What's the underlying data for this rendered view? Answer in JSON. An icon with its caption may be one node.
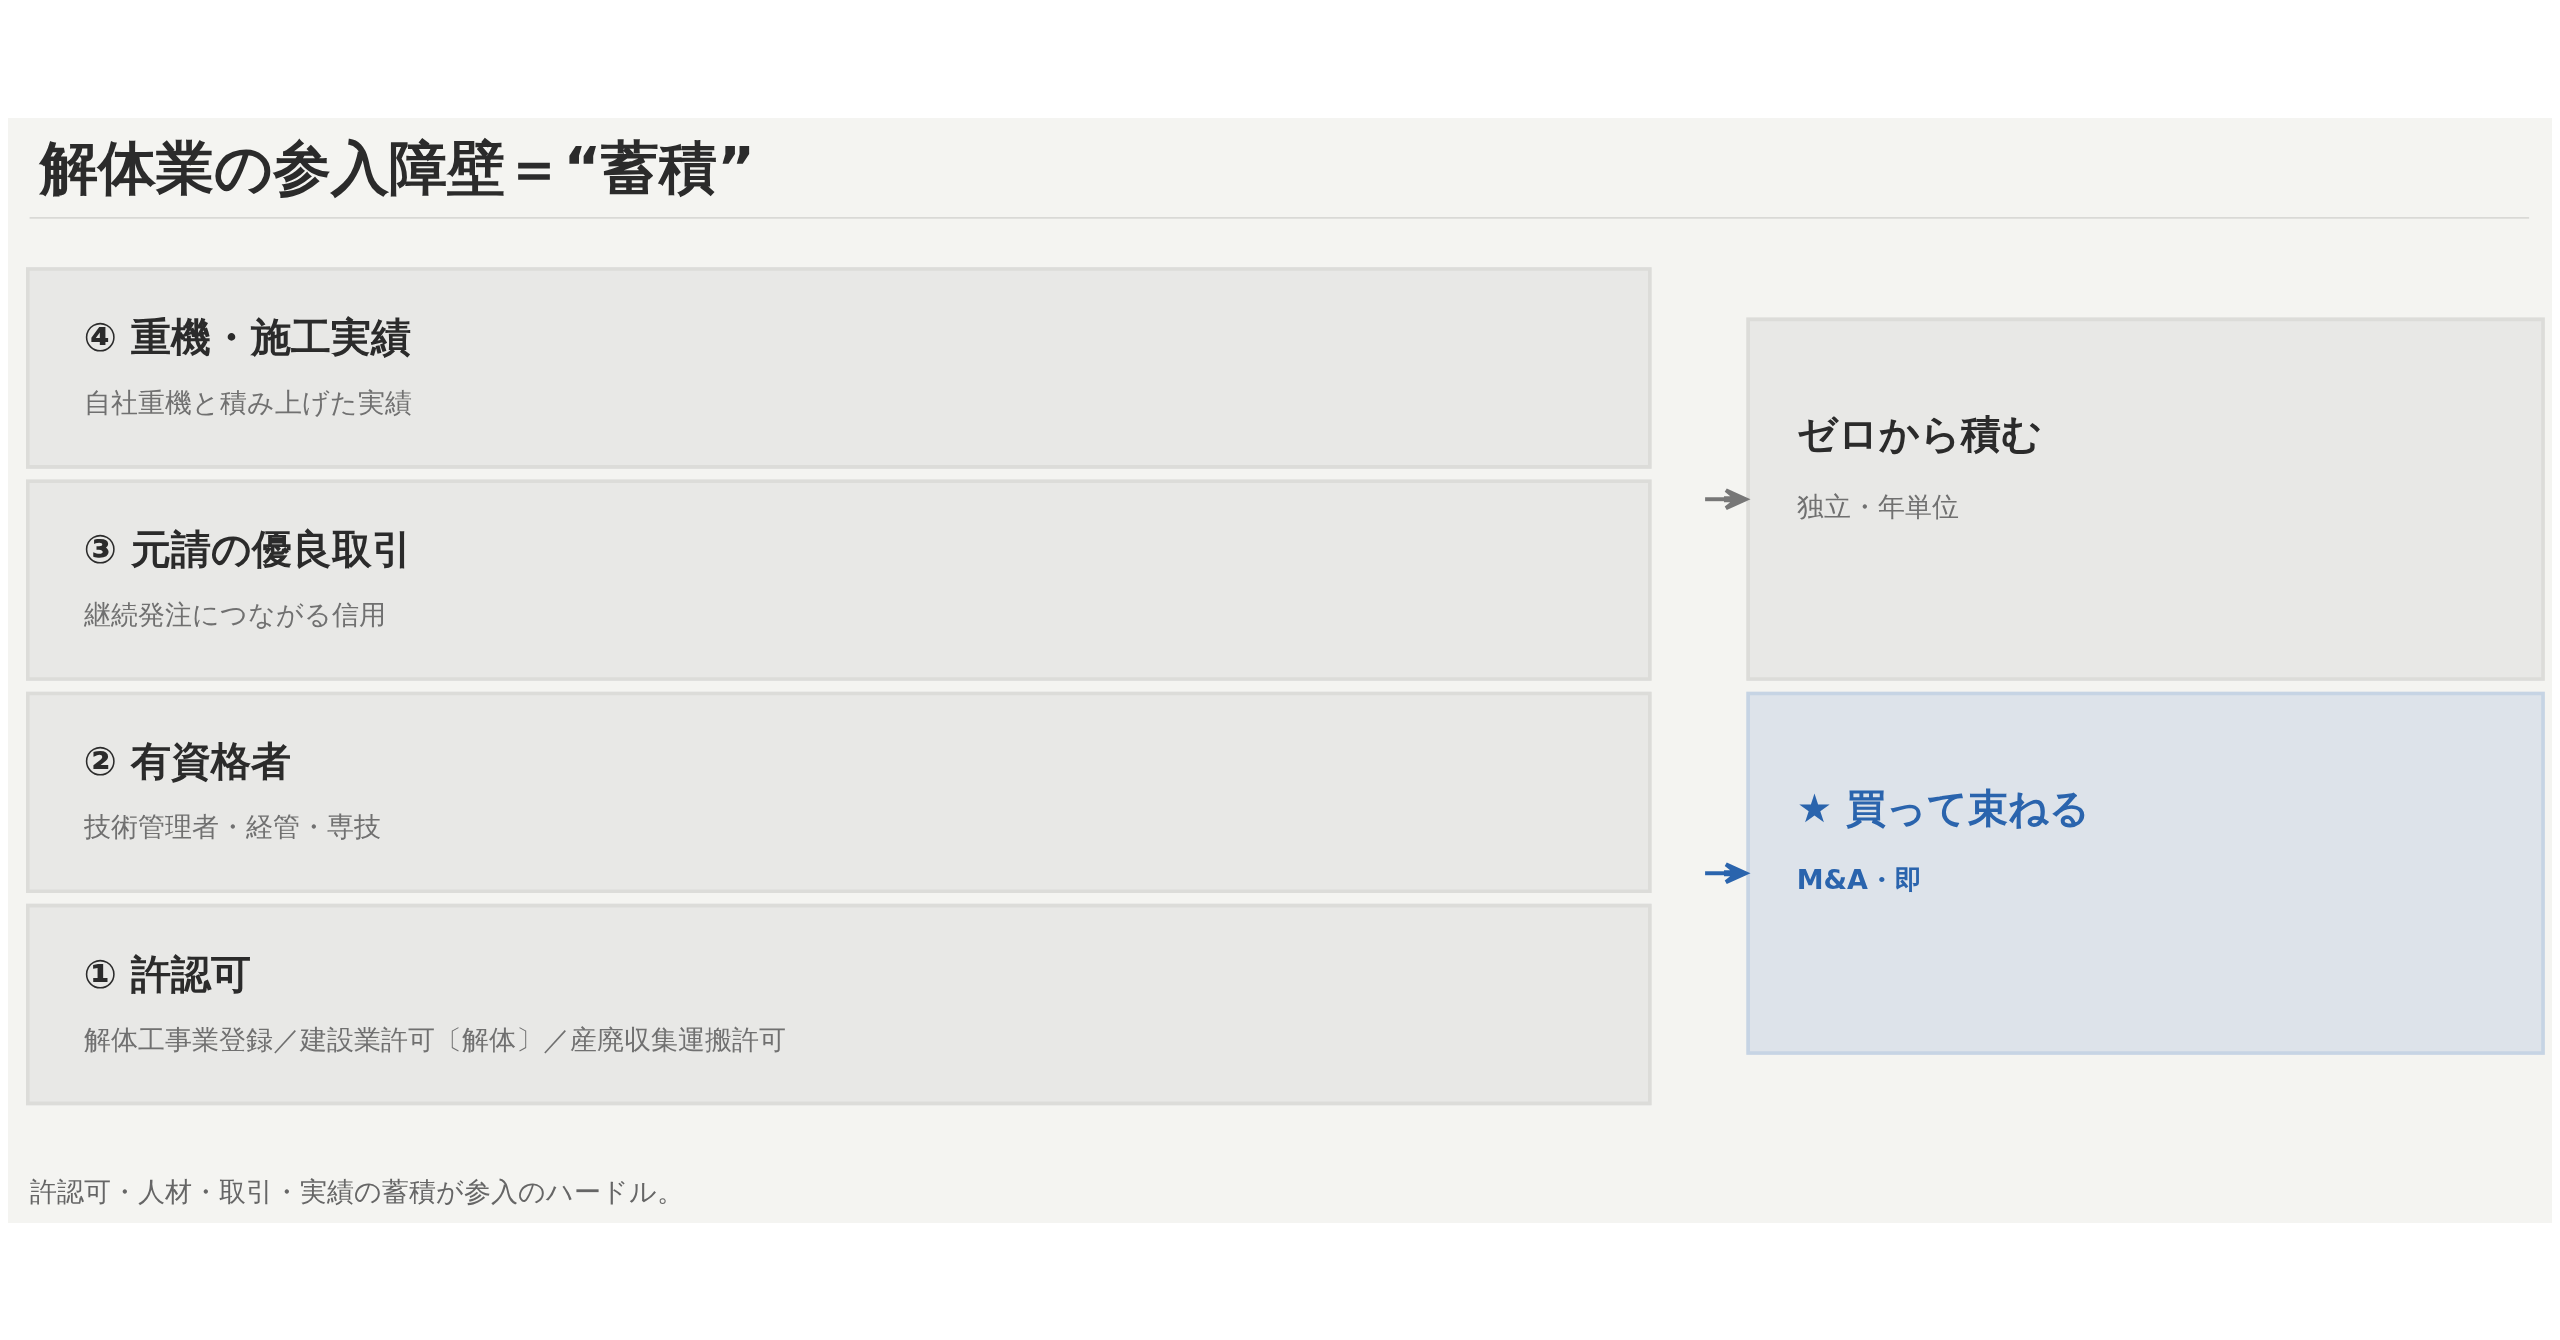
{
  "diagram": {
    "title": "解体業の参入障壁＝“蓄積”",
    "caption": "許認可・人材・取引・実績の蓄積が参入のハードル。",
    "nodes": [
      {
        "text": [
          "④ 重機・施工実績",
          "自社重機と積み上げた実績"
        ]
      },
      {
        "text": [
          "③ 元請の優良取引",
          "継続発注につながる信用"
        ]
      },
      {
        "text": [
          "② 有資格者",
          "技術管理者・経管・専技"
        ]
      },
      {
        "text": [
          "① 許認可",
          "解体工事業登録／建設業許可〔解体〕／産廃収集運搬許可"
        ]
      },
      {
        "text": [
          "ゼロから積む",
          "独立・年単位"
        ]
      },
      {
        "text": [
          "★ 買って束ねる",
          "M&A・即"
        ]
      }
    ],
    "edges": [
      {
        "from": null,
        "to": 4,
        "arrow": "to"
      },
      {
        "from": null,
        "to": 5,
        "arrow": "to",
        "color": "#2a64ad"
      }
    ]
  }
}
